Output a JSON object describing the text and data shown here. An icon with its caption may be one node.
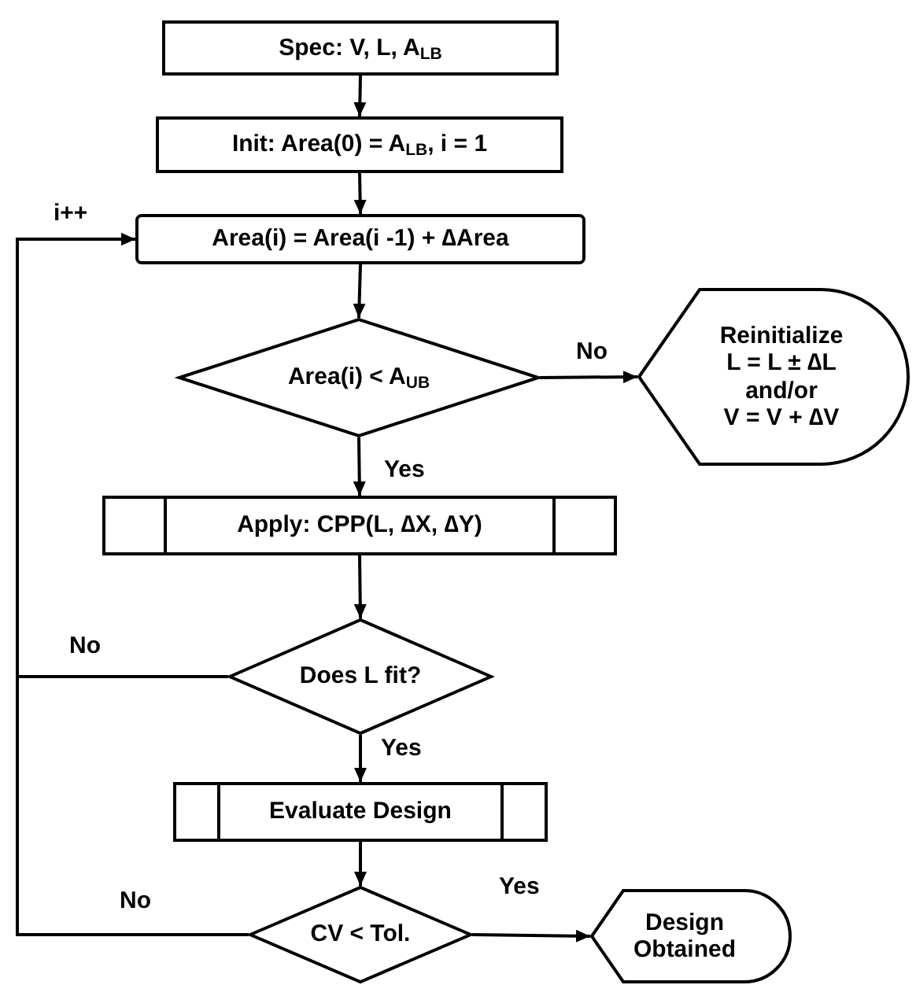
{
  "diagram": {
    "nodes": [
      {
        "text": [
          "Spec: V, L, A$_{LB}$"
        ]
      },
      {
        "text": [
          "Init: Area(0) = A$_{LB}$, i = 1"
        ]
      },
      {
        "text": [
          "Area(i) = Area(i -1) + ∆Area"
        ]
      },
      {
        "text": [
          "Area(i) < A$_{UB}$"
        ]
      },
      {
        "text": [
          "Reinitialize",
          "L = L ± ∆L",
          "and/or",
          "V = V + ∆V"
        ]
      },
      {
        "text": [
          "Apply: CPP(L, ∆X, ∆Y)"
        ]
      },
      {
        "text": [
          "Does L fit?"
        ]
      },
      {
        "text": [
          "Evaluate Design"
        ]
      },
      {
        "text": [
          "CV < Tol."
        ]
      },
      {
        "text": [
          "Design Obtained"
        ]
      }
    ],
    "edges": [
      {
        "from": 0,
        "to": 1,
        "arrow": "to"
      },
      {
        "from": 1,
        "to": 2,
        "arrow": "to"
      },
      {
        "from": 2,
        "to": 3,
        "arrow": "to"
      },
      {
        "from": 3,
        "to": 4,
        "arrow": "to",
        "label": "No"
      },
      {
        "from": 3,
        "to": 5,
        "arrow": "to",
        "label": "Yes"
      },
      {
        "from": 5,
        "to": 6,
        "arrow": "to"
      },
      {
        "from": 6,
        "to": 2,
        "arrow": "to",
        "label": "No"
      },
      {
        "from": 6,
        "to": 7,
        "arrow": "to",
        "label": "Yes"
      },
      {
        "from": 7,
        "to": 8,
        "arrow": "to"
      },
      {
        "from": 8,
        "to": 2,
        "arrow": "to",
        "label": "No"
      },
      {
        "from": 8,
        "to": 9,
        "arrow": "to",
        "label": "Yes"
      }
    ],
    "labels": [
      "i++"
    ]
  }
}
